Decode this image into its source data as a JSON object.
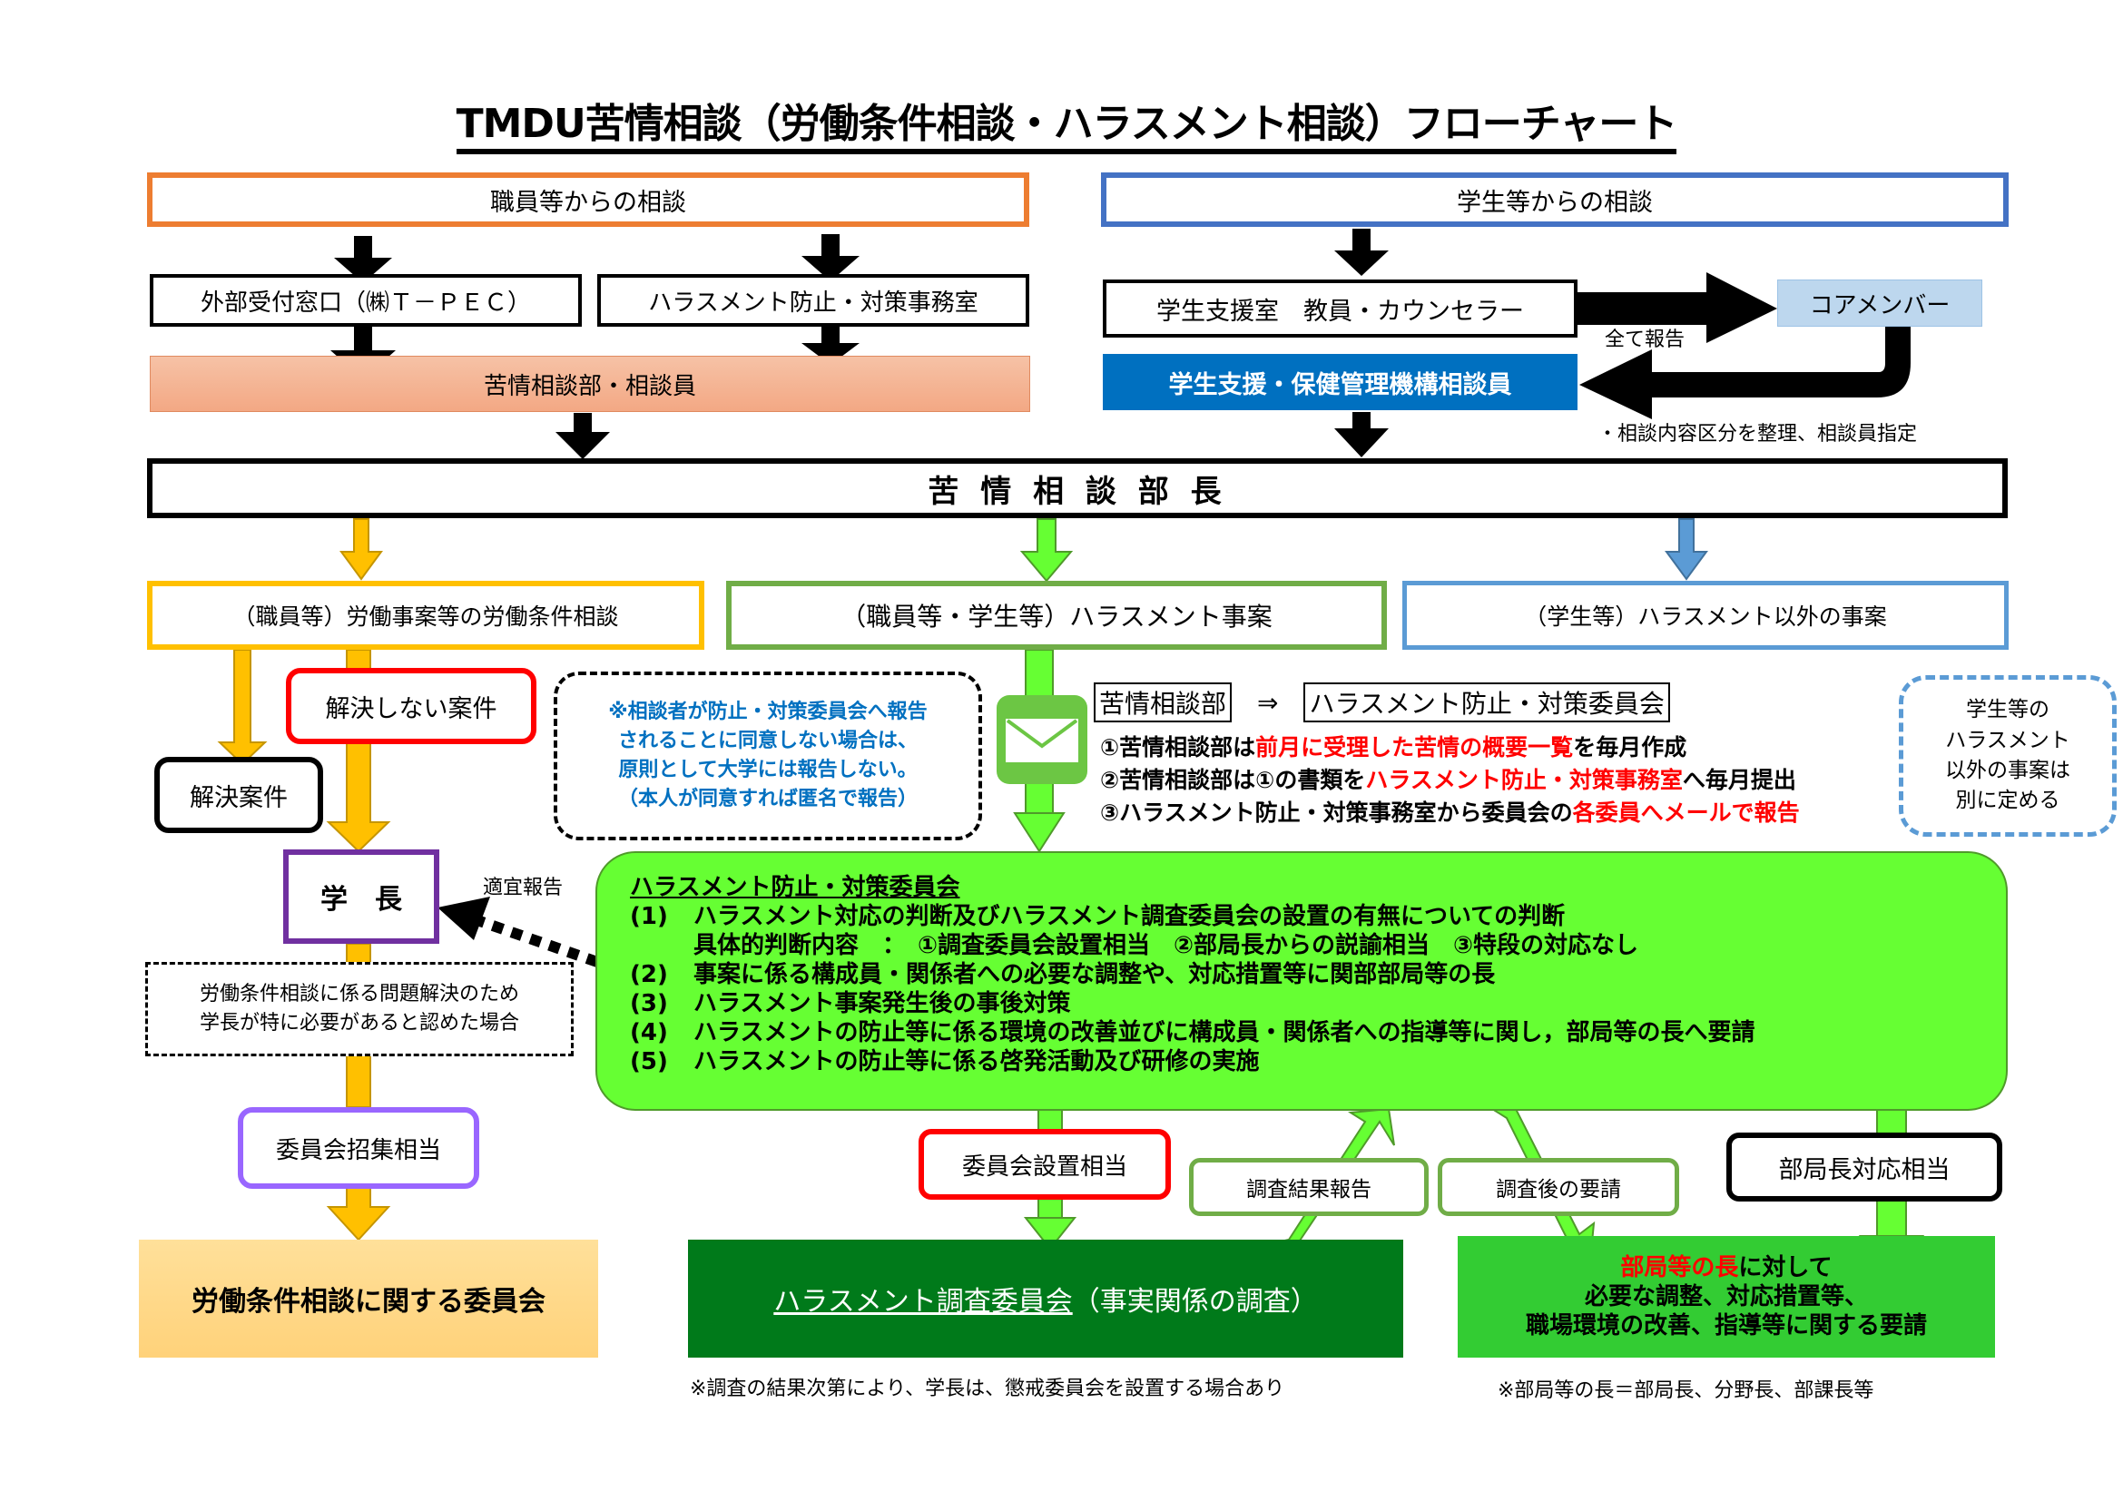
{
  "title": "TMDU苦情相談（労働条件相談・ハラスメント相談）フローチャート",
  "colors": {
    "staff_orange": "#ed7d31",
    "student_blue": "#4472c4",
    "pink_fill": "#f4b183",
    "deep_blue": "#0070c0",
    "core_member_fill": "#bdd7ee",
    "yellow": "#ffc000",
    "green_border": "#70ad47",
    "light_blue": "#5b9bd5",
    "lime": "#66ff33",
    "dark_green": "#007a1a",
    "mid_green": "#33cc33",
    "red": "#ff0000",
    "purple": "#7030a0",
    "lavender": "#9966ff",
    "peach": "#ffd78a"
  },
  "top": {
    "staff_source": "職員等からの相談",
    "student_source": "学生等からの相談",
    "external_window": "外部受付窓口（㈱Ｔ－ＰＥＣ）",
    "harassment_office": "ハラスメント防止・対策事務室",
    "complaint_counselor": "苦情相談部・相談員",
    "student_support": "学生支援室　教員・カウンセラー",
    "report_all": "全て報告",
    "core_member": "コアメンバー",
    "student_health": "学生支援・保健管理機構相談員",
    "assign_note": "・相談内容区分を整理、相談員指定"
  },
  "head": "苦 情 相 談 部 長",
  "categories": {
    "labor": "（職員等）労働事案等の労働条件相談",
    "harassment": "（職員等・学生等）ハラスメント事案",
    "other": "（学生等）ハラスメント以外の事案"
  },
  "left": {
    "unresolved": "解決しない案件",
    "resolved": "解決案件",
    "president": "学　長",
    "timely_report": "適宜報告",
    "condition_note": [
      "労働条件相談に係る問題解決のため",
      "学長が特に必要があると認めた場合"
    ],
    "convene": "委員会招集相当",
    "labor_committee": "労働条件相談に関する委員会"
  },
  "consent_note": [
    "※相談者が防止・対策委員会へ報告",
    "されることに同意しない場合は、",
    "原則として大学には報告しない。",
    "（本人が同意すれば匿名で報告）"
  ],
  "flow_header": {
    "from": "苦情相談部",
    "arrow": "⇒",
    "to": "ハラスメント防止・対策委員会"
  },
  "steps": [
    {
      "pre": "①苦情相談部は",
      "hl": "前月に受理した苦情の概要一覧",
      "post": "を毎月作成"
    },
    {
      "pre": "②苦情相談部は①の書類を",
      "hl": "ハラスメント防止・対策事務室",
      "post": "へ毎月提出"
    },
    {
      "pre": "③ハラスメント防止・対策事務室から委員会の",
      "hl": "各委員へメールで報告",
      "post": ""
    }
  ],
  "other_note": [
    "学生等の",
    "ハラスメント",
    "以外の事案は",
    "別に定める"
  ],
  "committee": {
    "title": "ハラスメント防止・対策委員会",
    "items": [
      {
        "num": "(1)",
        "text": "ハラスメント対応の判断及びハラスメント調査委員会の設置の有無についての判断"
      },
      {
        "num": "",
        "text": "具体的判断内容　：　①調査委員会設置相当　②部局長からの説諭相当　③特段の対応なし"
      },
      {
        "num": "(2)",
        "text": "事案に係る構成員・関係者への必要な調整や、対応措置等に関部部局等の長"
      },
      {
        "num": "(3)",
        "text": "ハラスメント事案発生後の事後対策"
      },
      {
        "num": "(4)",
        "text": "ハラスメントの防止等に係る環境の改善並びに構成員・関係者への指導等に関し，部局等の長へ要請"
      },
      {
        "num": "(5)",
        "text": "ハラスメントの防止等に係る啓発活動及び研修の実施"
      }
    ]
  },
  "bottom": {
    "establish": "委員会設置相当",
    "investigation_report": "調査結果報告",
    "post_request": "調査後の要請",
    "dept_head_response": "部局長対応相当",
    "investigation_committee": "ハラスメント調査委員会",
    "investigation_suffix": "（事実関係の調査）",
    "investigation_note": "※調査の結果次第により、学長は、懲戒委員会を設置する場合あり",
    "request_hl": "部局等の長",
    "request_line1_post": "に対して",
    "request_line2": "必要な調整、対応措置等、",
    "request_line3": "職場環境の改善、指導等に関する要請",
    "dept_note": "※部局等の長＝部局長、分野長、部課長等"
  },
  "icons": {
    "mail": "envelope-icon"
  }
}
